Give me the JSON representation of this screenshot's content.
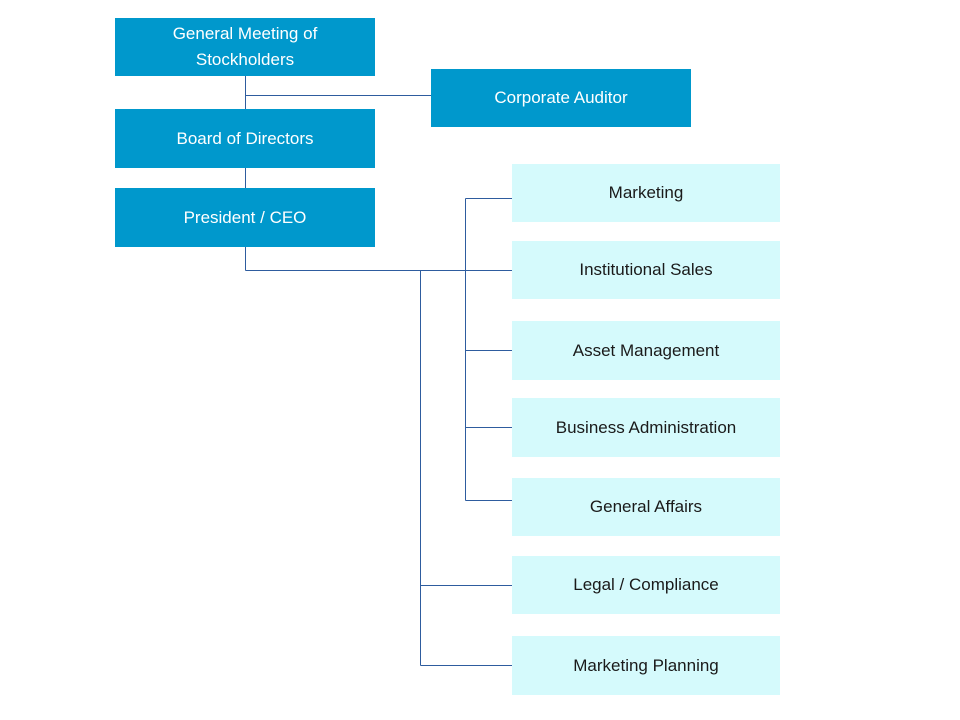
{
  "colors": {
    "dark_box": "#0098CC",
    "light_box": "#D5FAFC",
    "connector": "#2E5C9E"
  },
  "nodes": {
    "stockholders": "General Meeting of\nStockholders",
    "corporate_auditor": "Corporate Auditor",
    "board": "Board of Directors",
    "president": "President / CEO",
    "marketing": "Marketing",
    "institutional_sales": "Institutional Sales",
    "asset_management": "Asset Management",
    "business_administration": "Business Administration",
    "general_affairs": "General Affairs",
    "legal_compliance": "Legal / Compliance",
    "marketing_planning": "Marketing Planning"
  }
}
